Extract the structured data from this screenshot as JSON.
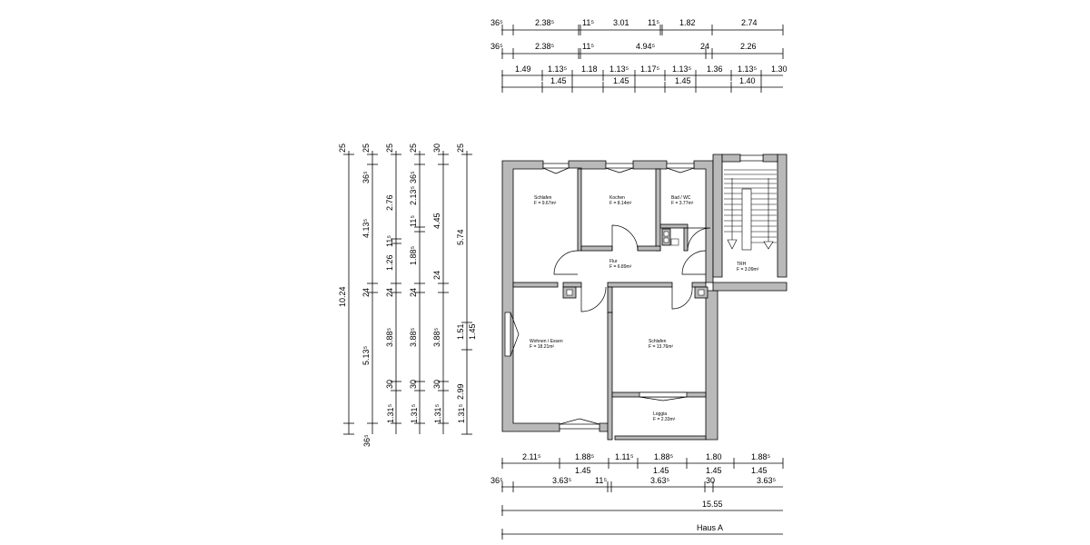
{
  "top_dimensions": {
    "row1": [
      "36⁵",
      "2.38⁵",
      "11⁵",
      "3.01",
      "11⁵",
      "1.82",
      "2.74"
    ],
    "row2": [
      "36⁵",
      "2.38⁵",
      "11⁵",
      "4.94⁵",
      "24",
      "2.26"
    ],
    "row3": [
      "1.49",
      "1.13⁵",
      "1.18",
      "1.13⁵",
      "1.17⁵",
      "1.13⁵",
      "1.36",
      "1.13⁵",
      "1.30"
    ],
    "row4": [
      "1.45",
      "1.45",
      "1.45",
      "1.40"
    ]
  },
  "left_dimensions": {
    "col1": [
      "25",
      "10.24",
      "36⁵"
    ],
    "col2": [
      "25",
      "36⁵",
      "4.13⁵",
      "24",
      "5.13⁵",
      "1.31⁵"
    ],
    "col3": [
      "25",
      "2.76",
      "11⁵",
      "1.26",
      "24",
      "3.88⁵",
      "30",
      "1.31⁵"
    ],
    "col4": [
      "25",
      "36⁵",
      "2.13⁵",
      "11⁵",
      "1.88⁵",
      "24",
      "3.88⁵",
      "30",
      "1.31⁵"
    ],
    "col5": [
      "30",
      "4.45",
      "24",
      "3.88⁵",
      "30",
      "1.31⁵"
    ],
    "col6": [
      "25",
      "5.74",
      "1.51",
      "1.45",
      "2.99"
    ]
  },
  "bottom_dimensions": {
    "row1": [
      "2.11⁵",
      "1.88⁵",
      "1.11⁵",
      "1.88⁵",
      "1.80",
      "1.88⁵"
    ],
    "row2": [
      "1.45",
      "1.45",
      "1.45",
      "1.45"
    ],
    "row3": [
      "36⁵",
      "3.63⁵",
      "11⁵",
      "3.63⁵",
      "30",
      "3.63⁵"
    ],
    "total": "15.55",
    "house_label": "Haus A"
  },
  "rooms": {
    "schlafen1": {
      "name": "Schlafen",
      "area": "F = 9.67m²"
    },
    "kochen": {
      "name": "Kochen",
      "area": "F = 8.14m²"
    },
    "bad": {
      "name": "Bad / WC",
      "area": "F = 3.77m²"
    },
    "flur": {
      "name": "Flur",
      "area": "F = 6.89m²"
    },
    "treppe": {
      "name": "TRH",
      "area": "F = 3.09m²"
    },
    "wohnen": {
      "name": "Wohnen / Essen",
      "area": "F = 18.21m²"
    },
    "schlafen2": {
      "name": "Schlafen",
      "area": "F = 13.76m²"
    },
    "loggia": {
      "name": "Loggia",
      "area": "F = 2.33m²"
    }
  }
}
